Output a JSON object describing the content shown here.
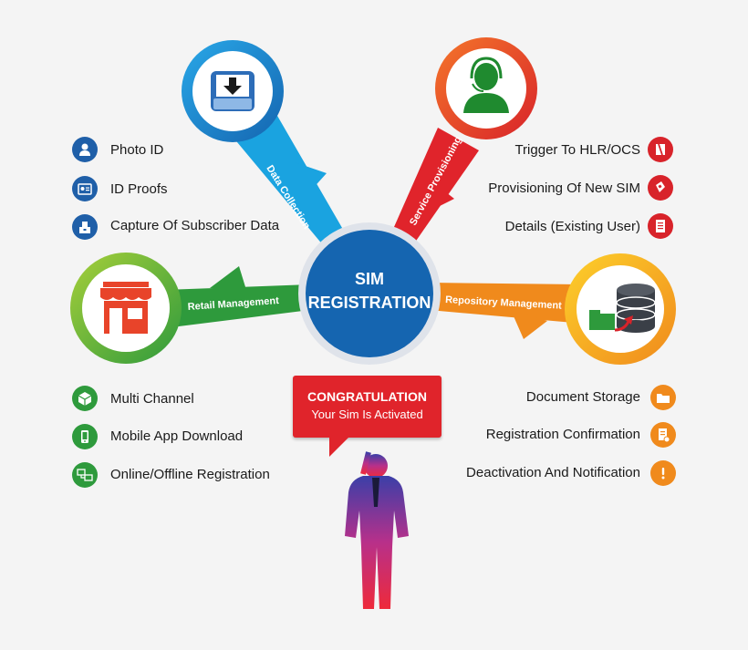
{
  "center": {
    "line1": "SIM",
    "line2": "REGISTRATION"
  },
  "branches": {
    "data_collection": "Data Collection",
    "service_provisioning": "Service Provisioning",
    "retail_management": "Retail Management",
    "repository_management": "Repository Management"
  },
  "lists": {
    "data_collection": [
      {
        "label": "Photo ID",
        "icon": "person-icon"
      },
      {
        "label": "ID Proofs",
        "icon": "id-card-icon"
      },
      {
        "label": "Capture Of Subscriber Data",
        "icon": "capture-icon"
      }
    ],
    "service_provisioning": [
      {
        "label": "Trigger To HLR/OCS",
        "icon": "trigger-icon"
      },
      {
        "label": "Provisioning Of New SIM",
        "icon": "sim-icon"
      },
      {
        "label": "Details (Existing User)",
        "icon": "document-icon"
      }
    ],
    "retail_management": [
      {
        "label": "Multi Channel",
        "icon": "channel-icon"
      },
      {
        "label": "Mobile App Download",
        "icon": "mobile-icon"
      },
      {
        "label": "Online/Offline Registration",
        "icon": "computers-icon"
      }
    ],
    "repository_management": [
      {
        "label": "Document Storage",
        "icon": "folder-icon"
      },
      {
        "label": "Registration Confirmation",
        "icon": "confirm-doc-icon"
      },
      {
        "label": "Deactivation And Notification",
        "icon": "alert-icon"
      }
    ]
  },
  "congrats": {
    "title": "CONGRATULATION",
    "subtitle": "Your Sim Is Activated"
  },
  "colors": {
    "blue": "#1f5fa8",
    "cyan": "#1aa3e0",
    "red": "#d8232a",
    "green": "#2e9a3c",
    "orange": "#f08a1c",
    "center": "#1565b0"
  }
}
